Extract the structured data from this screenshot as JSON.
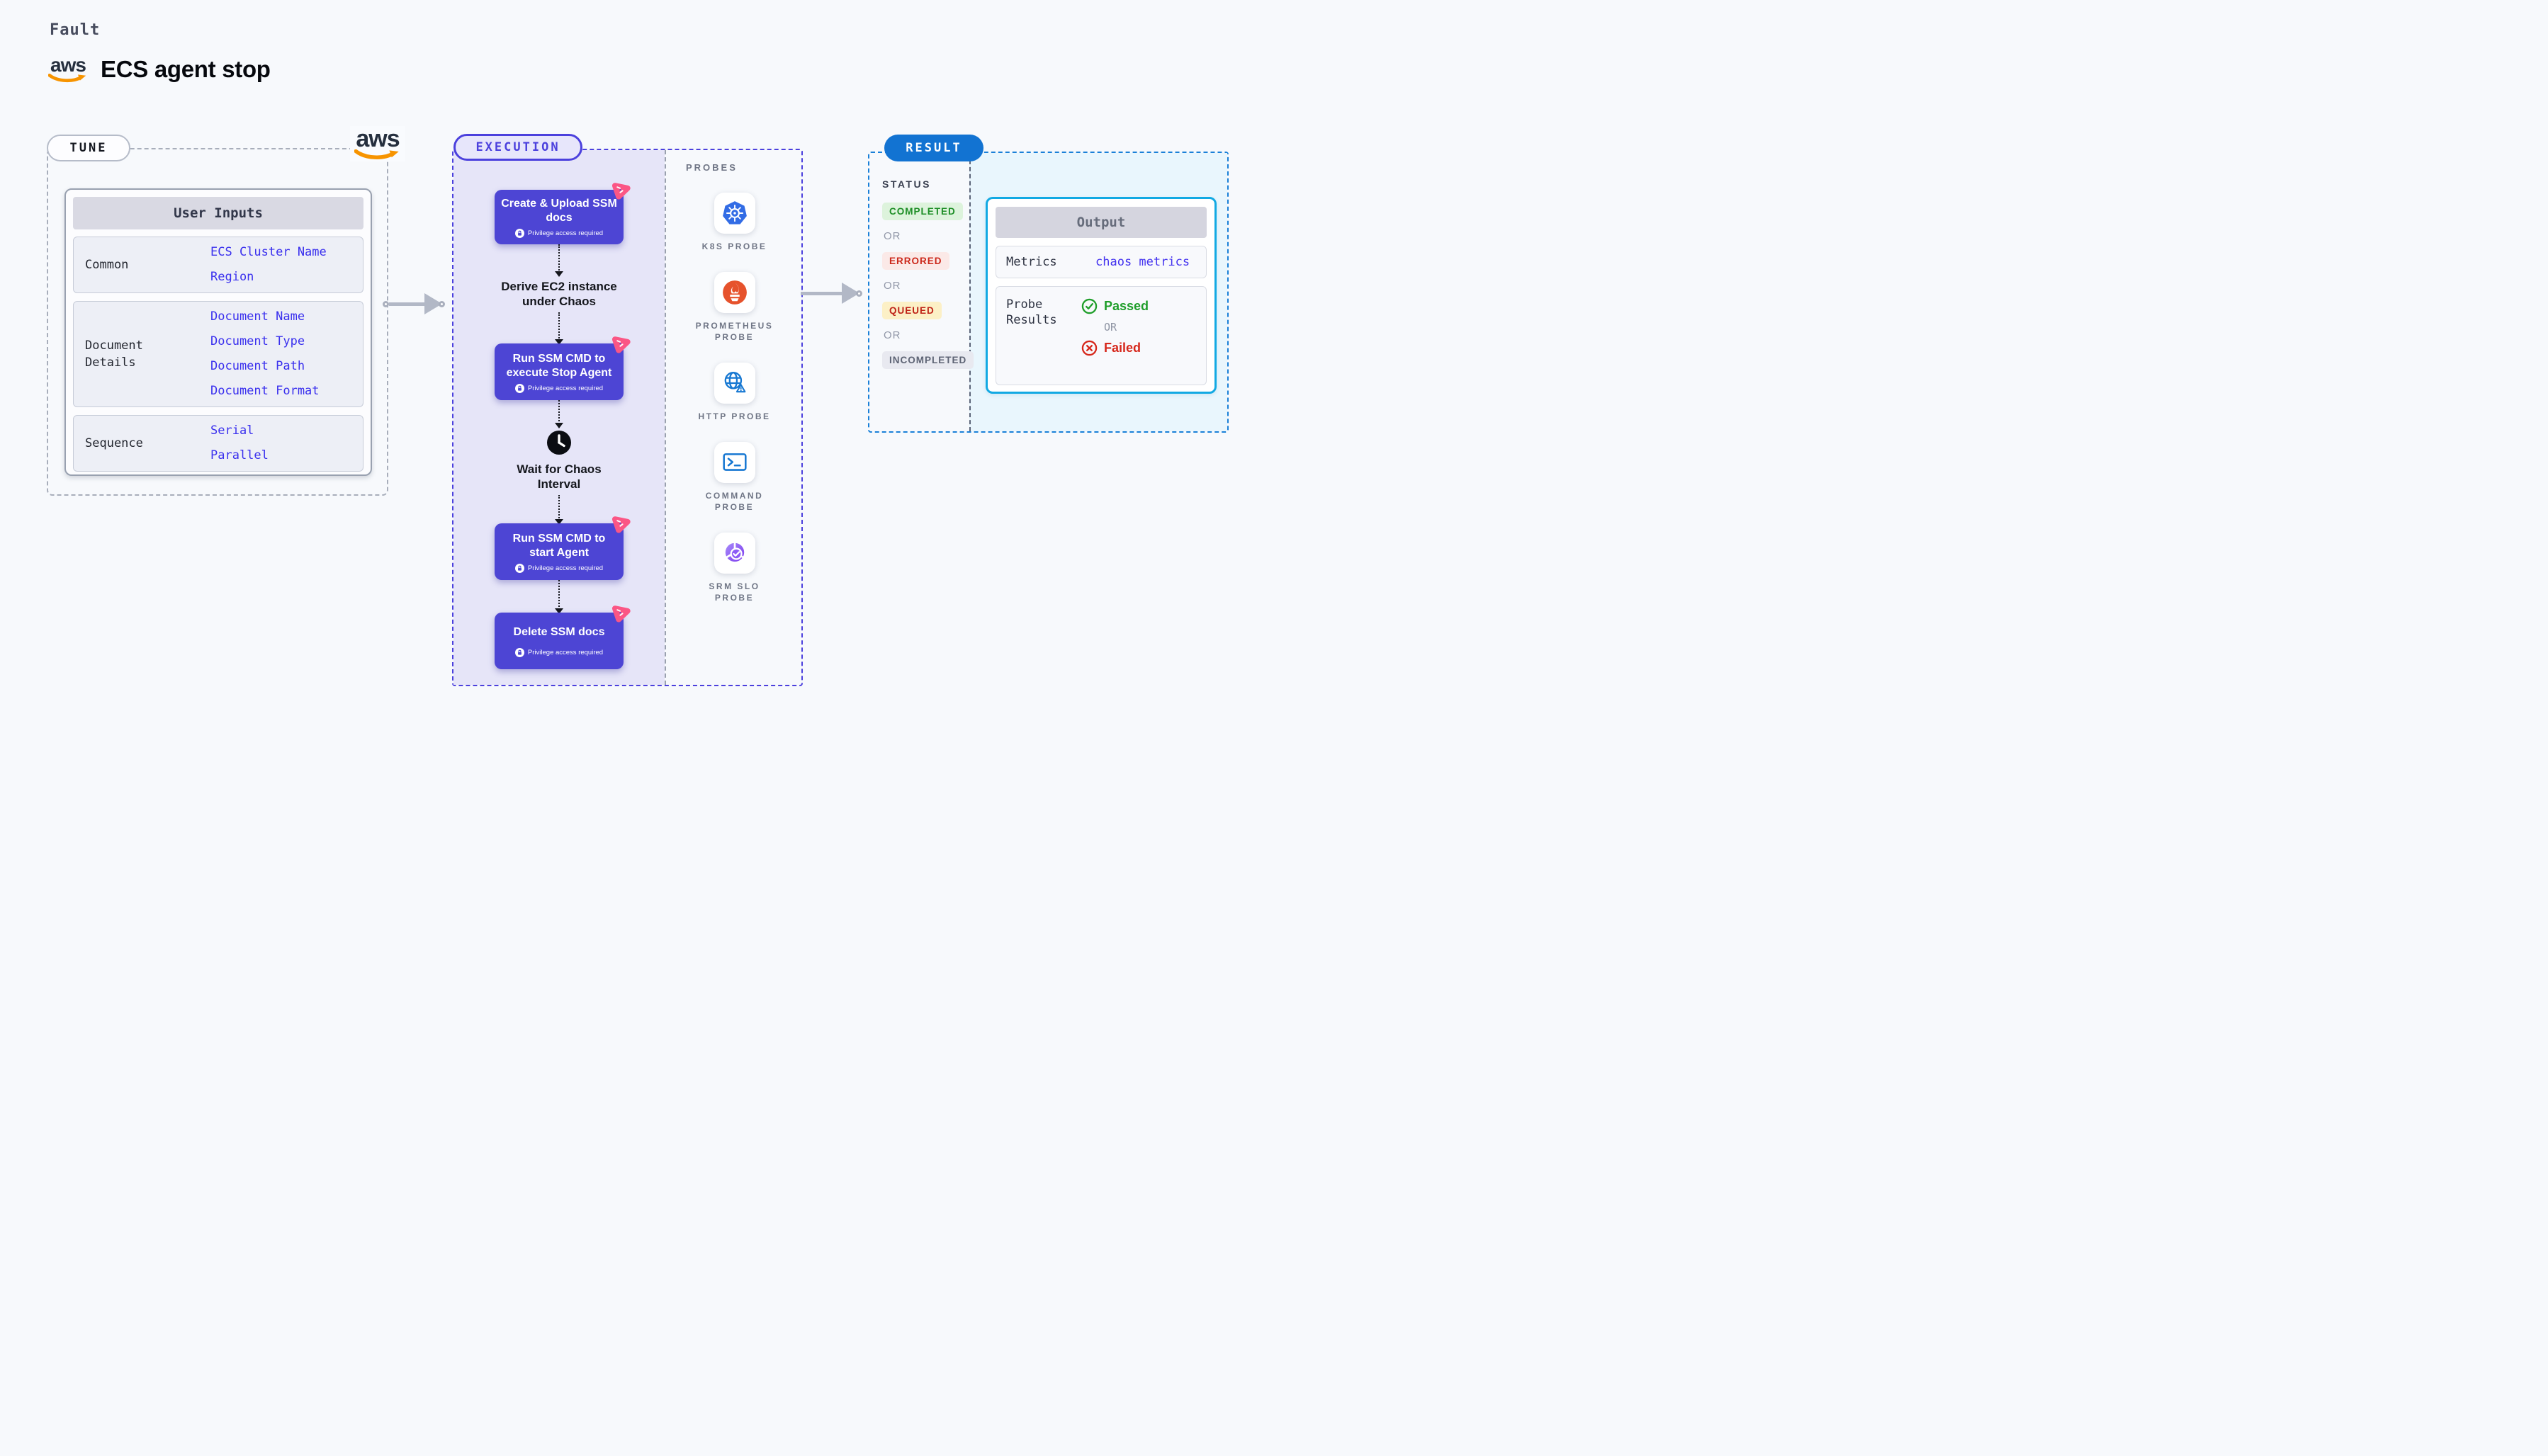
{
  "page": {
    "fault_label": "Fault",
    "title": "ECS agent stop",
    "aws_text": "aws"
  },
  "tune": {
    "label": "TUNE",
    "aws_text": "aws",
    "user_inputs": {
      "title": "User Inputs",
      "rows": [
        {
          "label": "Common",
          "links": [
            "ECS Cluster Name",
            "Region"
          ]
        },
        {
          "label": "Document Details",
          "links": [
            "Document Name",
            "Document Type",
            "Document Path",
            "Document Format"
          ]
        },
        {
          "label": "Sequence",
          "links": [
            "Serial",
            "Parallel"
          ]
        }
      ]
    }
  },
  "execution": {
    "label": "EXECUTION",
    "steps": [
      {
        "title": "Create & Upload SSM docs",
        "badge": "Privilege access required"
      },
      {
        "title": "Derive EC2 instance under Chaos"
      },
      {
        "title": "Run SSM CMD to execute Stop Agent",
        "badge": "Privilege access required"
      },
      {
        "title": "Wait for Chaos Interval"
      },
      {
        "title": "Run SSM CMD to start Agent",
        "badge": "Privilege access required"
      },
      {
        "title": "Delete SSM docs",
        "badge": "Privilege access required"
      }
    ]
  },
  "probes": {
    "label": "PROBES",
    "items": [
      {
        "label": "K8S PROBE",
        "icon": "kubernetes-icon"
      },
      {
        "label": "PROMETHEUS PROBE",
        "icon": "prometheus-icon"
      },
      {
        "label": "HTTP PROBE",
        "icon": "globe-alert-icon"
      },
      {
        "label": "COMMAND PROBE",
        "icon": "terminal-icon"
      },
      {
        "label": "SRM SLO PROBE",
        "icon": "slo-gauge-icon"
      }
    ]
  },
  "result": {
    "label": "RESULT",
    "status_heading": "STATUS",
    "or_label": "OR",
    "statuses": [
      {
        "label": "COMPLETED",
        "fg": "#1d8e26",
        "bg": "#ddf3dc"
      },
      {
        "label": "ERRORED",
        "fg": "#cb271a",
        "bg": "#fbe9e7"
      },
      {
        "label": "QUEUED",
        "fg": "#bf2317",
        "bg": "#fcf0c6"
      },
      {
        "label": "INCOMPLETED",
        "fg": "#5d6374",
        "bg": "#e8e9f0"
      }
    ],
    "output": {
      "title": "Output",
      "metrics_label": "Metrics",
      "metrics_link": "chaos metrics",
      "probe_results_label": "Probe Results",
      "passed": "Passed",
      "or": "OR",
      "failed": "Failed"
    }
  },
  "colors": {
    "accent_indigo": "#4d45d4",
    "accent_blue": "#1273d2",
    "output_border_cyan": "#12a9e3",
    "aws_orange": "#f79400",
    "passed_green": "#1f9e2a",
    "failed_red": "#d6281c",
    "lavender_bg": "#e6e5f8",
    "result_bg": "#e9f6fd",
    "ribbon_pink": "#fb5685"
  }
}
